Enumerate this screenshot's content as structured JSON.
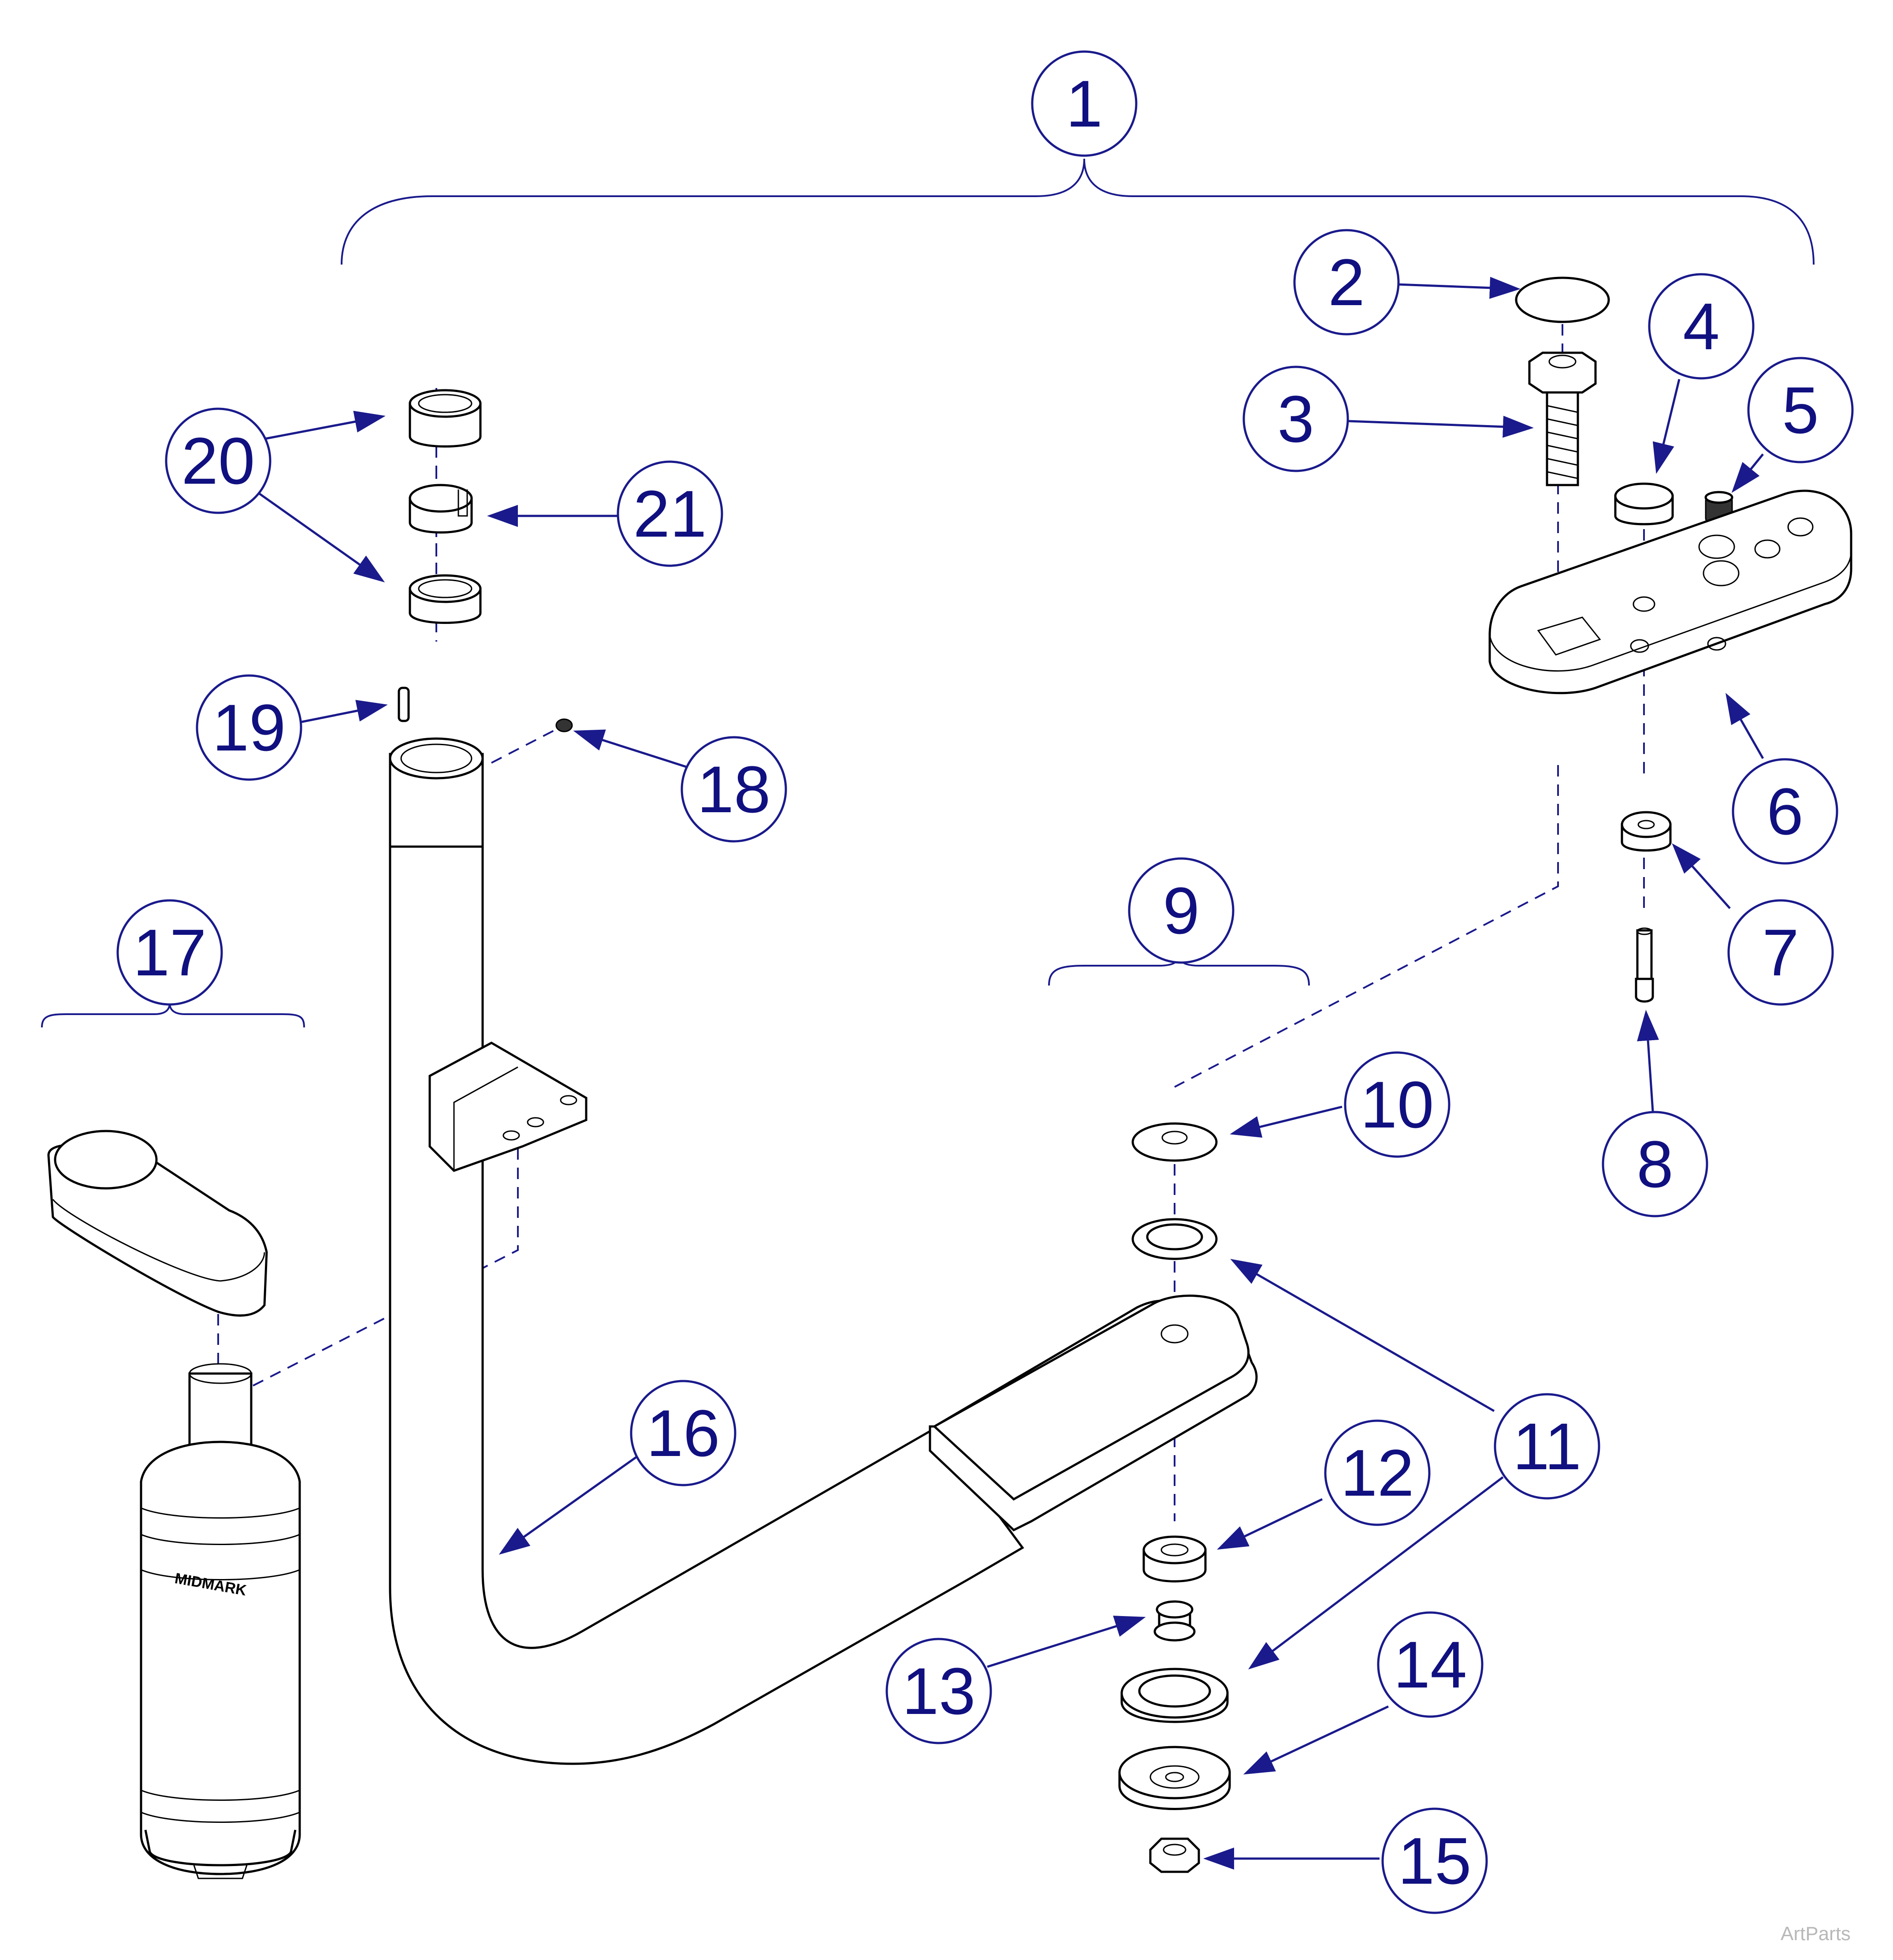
{
  "callouts": [
    {
      "id": "1",
      "label": "1"
    },
    {
      "id": "2",
      "label": "2"
    },
    {
      "id": "3",
      "label": "3"
    },
    {
      "id": "4",
      "label": "4"
    },
    {
      "id": "5",
      "label": "5"
    },
    {
      "id": "6",
      "label": "6"
    },
    {
      "id": "7",
      "label": "7"
    },
    {
      "id": "8",
      "label": "8"
    },
    {
      "id": "9",
      "label": "9"
    },
    {
      "id": "10",
      "label": "10"
    },
    {
      "id": "11",
      "label": "11"
    },
    {
      "id": "12",
      "label": "12"
    },
    {
      "id": "13",
      "label": "13"
    },
    {
      "id": "14",
      "label": "14"
    },
    {
      "id": "15",
      "label": "15"
    },
    {
      "id": "16",
      "label": "16"
    },
    {
      "id": "17",
      "label": "17"
    },
    {
      "id": "18",
      "label": "18"
    },
    {
      "id": "19",
      "label": "19"
    },
    {
      "id": "20",
      "label": "20"
    },
    {
      "id": "21",
      "label": "21"
    }
  ],
  "brand_label": "MIDMARK",
  "watermark": "ArtParts",
  "colors": {
    "callout": "#1a1a8c",
    "part_outline": "#000000",
    "background": "#ffffff"
  }
}
